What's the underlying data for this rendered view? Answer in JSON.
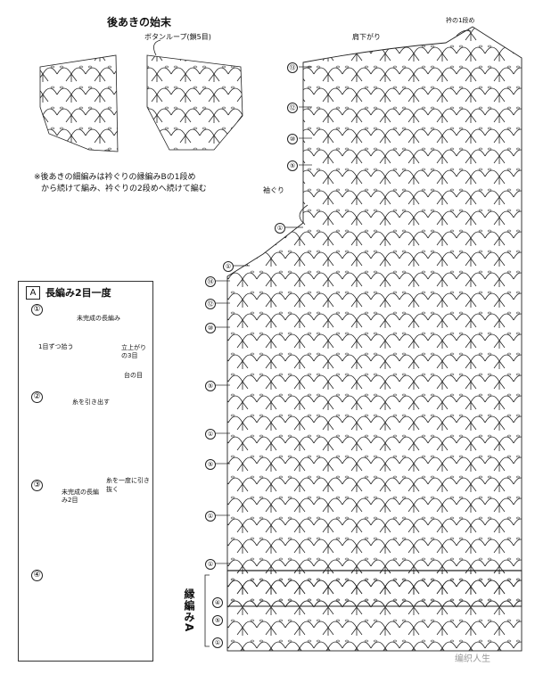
{
  "top_left": {
    "title": "後あきの始末",
    "button_loop": "ボタンループ(鎖5目)",
    "note_line1": "※後あきの細編みは衿ぐりの縁編みBの1段め",
    "note_line2": "から続けて編み、衿ぐりの2段めへ続けて編む"
  },
  "main": {
    "shoulder_label": "肩下がり",
    "collar_label": "衿の1段め",
    "armhole_label": "袖ぐり",
    "edging_label": "縁編みA",
    "row_numbers_body": [
      "⑬",
      "⑫",
      "⑩",
      "⑤",
      "①",
      "⑭",
      "⑫",
      "⑩",
      "⑤",
      "①",
      "①",
      "⑤",
      "①",
      "①"
    ],
    "row_numbers_edge": [
      "④",
      "⑤",
      "①"
    ]
  },
  "inset": {
    "symbol": "A",
    "title": "長編み2目一度",
    "steps": [
      "①",
      "②",
      "③",
      "④"
    ],
    "step1_labels": [
      "未完成の長編み",
      "1目ずつ拾う",
      "立上がりの3目",
      "台の目"
    ],
    "step2_label": "糸を引き出す",
    "step3_labels": [
      "未完成の長編み2目",
      "糸を一度に引き抜く"
    ]
  },
  "watermark": {
    "brand_text": "编织人生"
  },
  "colors": {
    "line": "#222222",
    "paper": "#ffffff",
    "muted": "#999999"
  }
}
